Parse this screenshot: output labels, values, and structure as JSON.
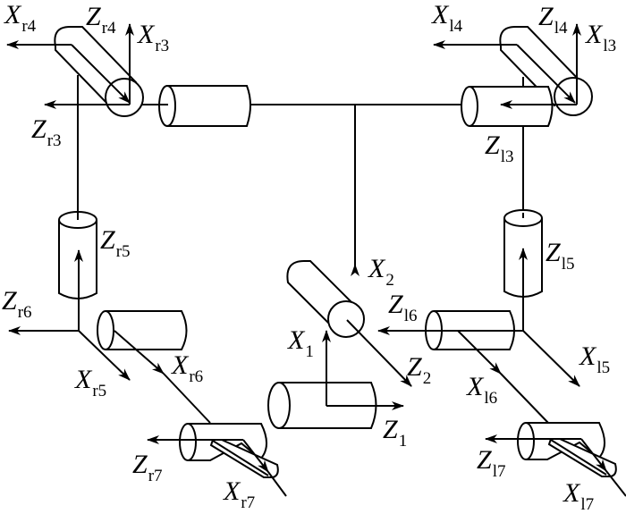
{
  "figure": {
    "title": "",
    "description": "Kinematic diagram of a dual-arm robot with joint coordinate frames"
  },
  "labels": {
    "Xr4": {
      "base": "X",
      "sub": "r4"
    },
    "Zr4": {
      "base": "Z",
      "sub": "r4"
    },
    "Xr3": {
      "base": "X",
      "sub": "r3"
    },
    "Zr3": {
      "base": "Z",
      "sub": "r3"
    },
    "Zr5": {
      "base": "Z",
      "sub": "r5"
    },
    "Zr6": {
      "base": "Z",
      "sub": "r6"
    },
    "Xr5": {
      "base": "X",
      "sub": "r5"
    },
    "Xr6": {
      "base": "X",
      "sub": "r6"
    },
    "Zr7": {
      "base": "Z",
      "sub": "r7"
    },
    "Xr7": {
      "base": "X",
      "sub": "r7"
    },
    "Xl4": {
      "base": "X",
      "sub": "l4"
    },
    "Zl4": {
      "base": "Z",
      "sub": "l4"
    },
    "Xl3": {
      "base": "X",
      "sub": "l3"
    },
    "Zl3": {
      "base": "Z",
      "sub": "l3"
    },
    "Zl5": {
      "base": "Z",
      "sub": "l5"
    },
    "Zl6": {
      "base": "Z",
      "sub": "l6"
    },
    "Xl5": {
      "base": "X",
      "sub": "l5"
    },
    "Xl6": {
      "base": "X",
      "sub": "l6"
    },
    "Zl7": {
      "base": "Z",
      "sub": "l7"
    },
    "Xl7": {
      "base": "X",
      "sub": "l7"
    },
    "X2": {
      "base": "X",
      "sub": "2"
    },
    "Z2": {
      "base": "Z",
      "sub": "2"
    },
    "X1": {
      "base": "X",
      "sub": "1"
    },
    "Z1": {
      "base": "Z",
      "sub": "1"
    }
  }
}
